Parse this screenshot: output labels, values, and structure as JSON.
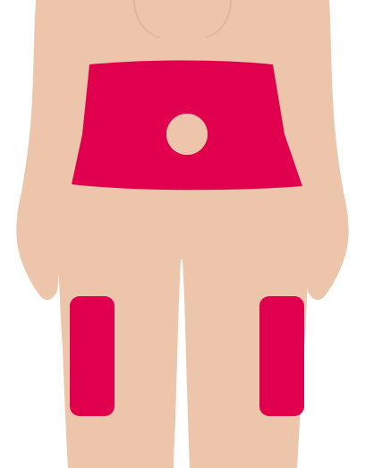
{
  "figure": {
    "subject": "lower-torso-and-thighs-front-view",
    "regions": [
      {
        "id": "abdomen",
        "shape": "band-with-navel-cutout"
      },
      {
        "id": "thigh-right-of-person",
        "shape": "rounded-rect"
      },
      {
        "id": "thigh-left-of-person",
        "shape": "rounded-rect"
      }
    ]
  },
  "colors": {
    "skin": "#ecc5aa",
    "skin_outline": "#e0b79c",
    "highlight": "#e0004d",
    "background": "#ffffff"
  }
}
